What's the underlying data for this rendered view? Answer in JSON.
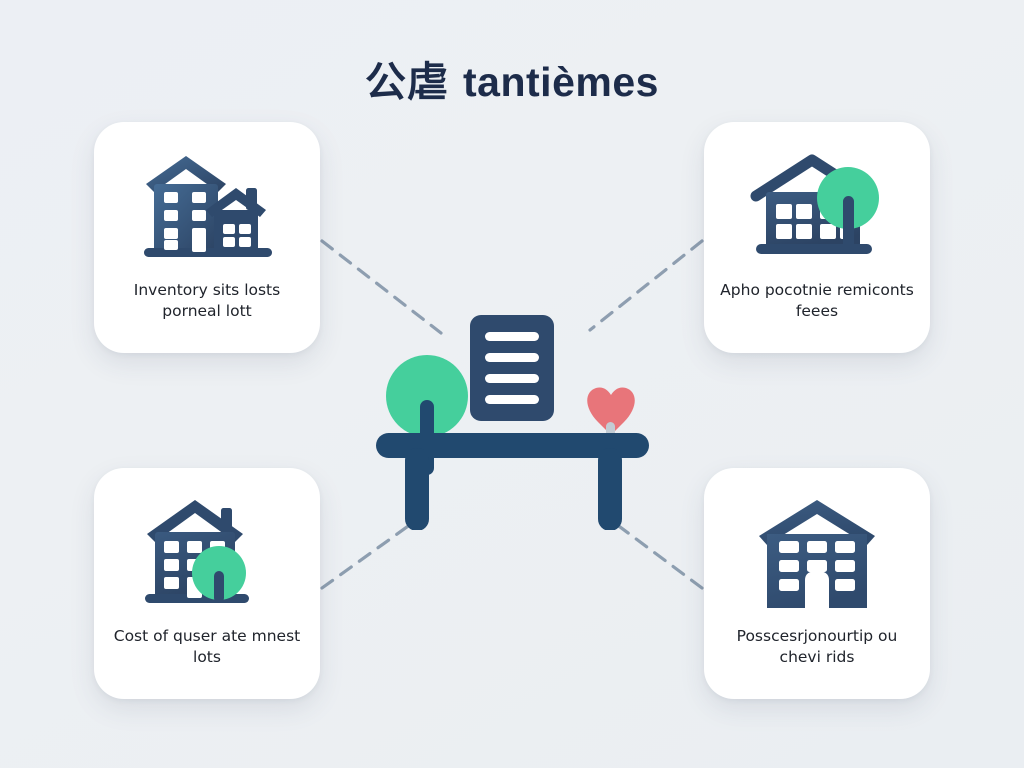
{
  "page": {
    "title_cjk": "公虐",
    "title_latin": "tantièmes",
    "background_color": "#eceff3"
  },
  "palette": {
    "navy": "#2f4a6d",
    "navy_dark": "#2c4363",
    "title_color": "#1d2c4a",
    "card_background": "#ffffff",
    "green": "#45cf9c",
    "red": "#e8757a",
    "connector": "#7d8fa3",
    "trunk_gray": "#b9c4cd"
  },
  "cards": [
    {
      "position": "top-left",
      "icon": "apartment-and-house-icon",
      "label": "Inventory sits losts porneal lott"
    },
    {
      "position": "top-right",
      "icon": "house-with-tree-icon",
      "label": "Apho pocotnie remiconts feees"
    },
    {
      "position": "bottom-left",
      "icon": "apartment-with-tree-icon",
      "label": "Cost of quser ate mnest lots"
    },
    {
      "position": "bottom-right",
      "icon": "house-building-icon",
      "label": "Posscesrjonourtip ou chevi rids"
    }
  ],
  "hub": {
    "name": "document-on-bench",
    "document_icon": "document-lines-icon",
    "document_line_count": 4,
    "bench_icon": "bench-icon",
    "left_tree_icon": "green-round-tree-icon",
    "right_tree_icon": "red-heart-tree-icon"
  },
  "connectors": {
    "style": "dashed",
    "count": 4,
    "color": "#7d8fa3"
  }
}
